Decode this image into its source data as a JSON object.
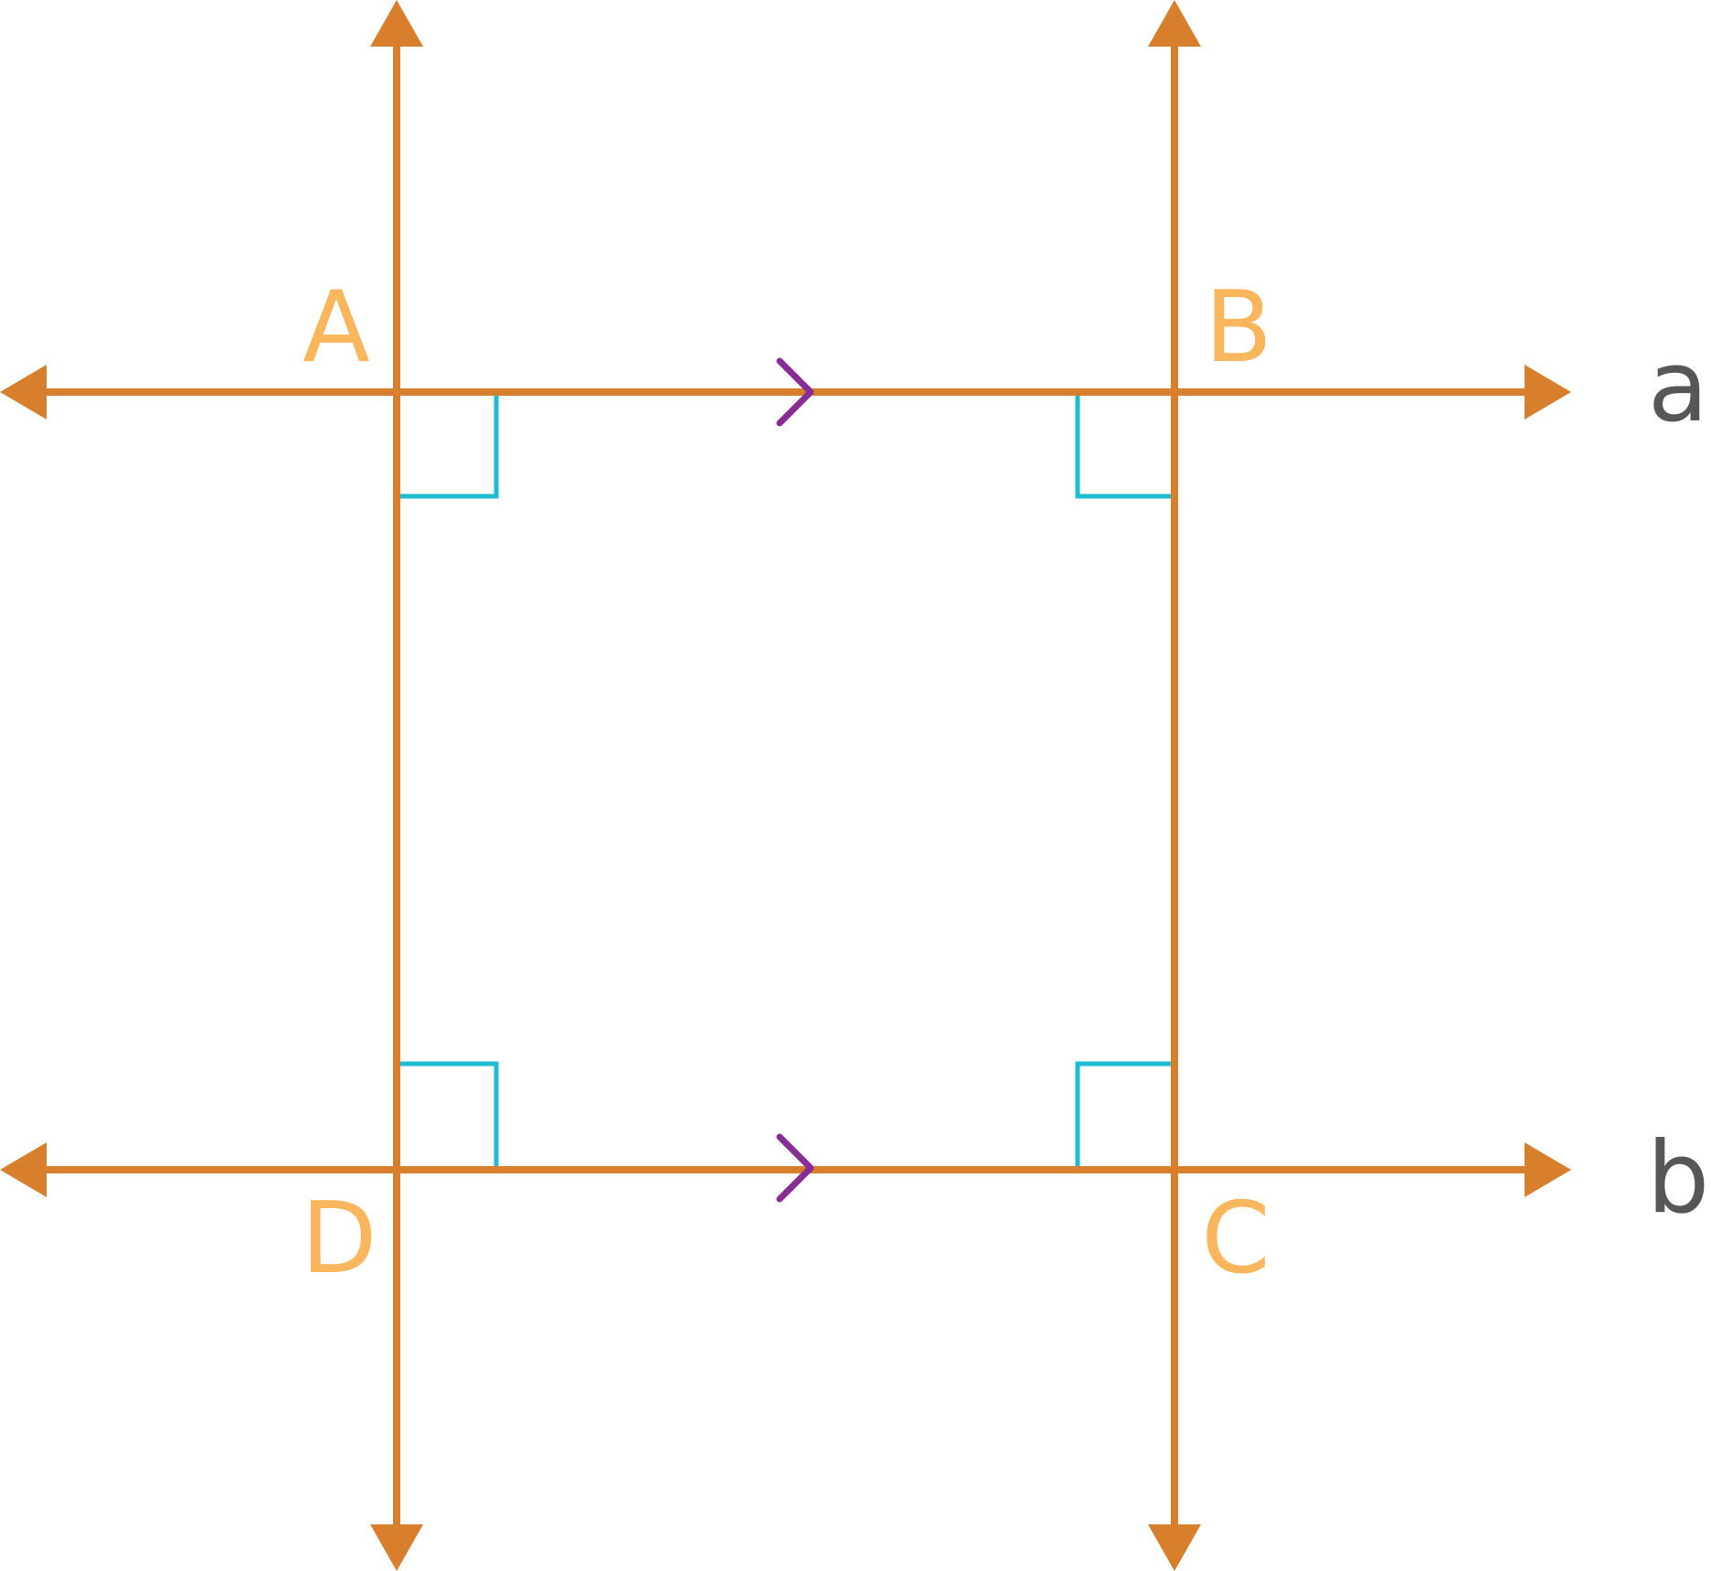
{
  "points": {
    "A": "A",
    "B": "B",
    "C": "C",
    "D": "D"
  },
  "lines": {
    "a": "a",
    "b": "b"
  },
  "colors": {
    "line": "#D77F2C",
    "point_label": "#F9B65C",
    "line_label": "#555759",
    "right_angle": "#1DBCD4",
    "parallel_mark": "#8A2C96"
  },
  "markings": {
    "parallel_lines": [
      "a",
      "b"
    ],
    "right_angles_at": [
      "A",
      "B",
      "C",
      "D"
    ]
  }
}
